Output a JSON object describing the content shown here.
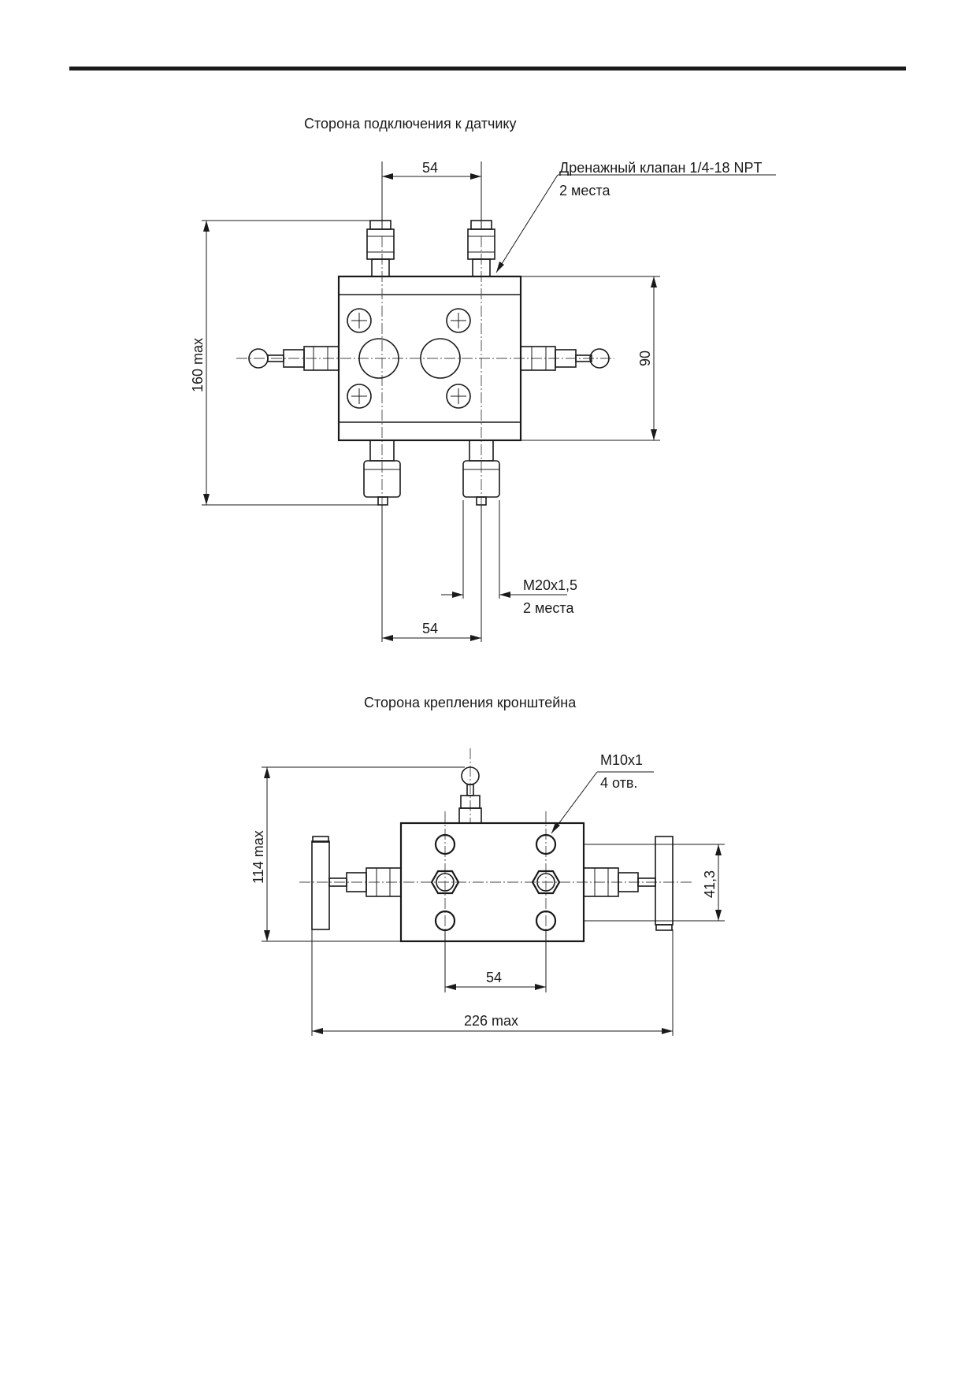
{
  "view_top": {
    "title": "Сторона подключения к датчику",
    "dim_top": "54",
    "drain_label_1": "Дренажный клапан 1/4-18 NPT",
    "drain_label_2": "2 места",
    "dim_height_total": "160 max",
    "dim_block_height": "90",
    "thread_label_1": "M20x1,5",
    "thread_label_2": "2 места",
    "dim_bottom": "54"
  },
  "view_bottom": {
    "title": "Сторона крепления кронштейна",
    "hole_label_1": "M10x1",
    "hole_label_2": "4 отв.",
    "dim_height_total": "114 max",
    "dim_hole_spacing_v": "41,3",
    "dim_hole_spacing_h": "54",
    "dim_width_total": "226 max"
  }
}
